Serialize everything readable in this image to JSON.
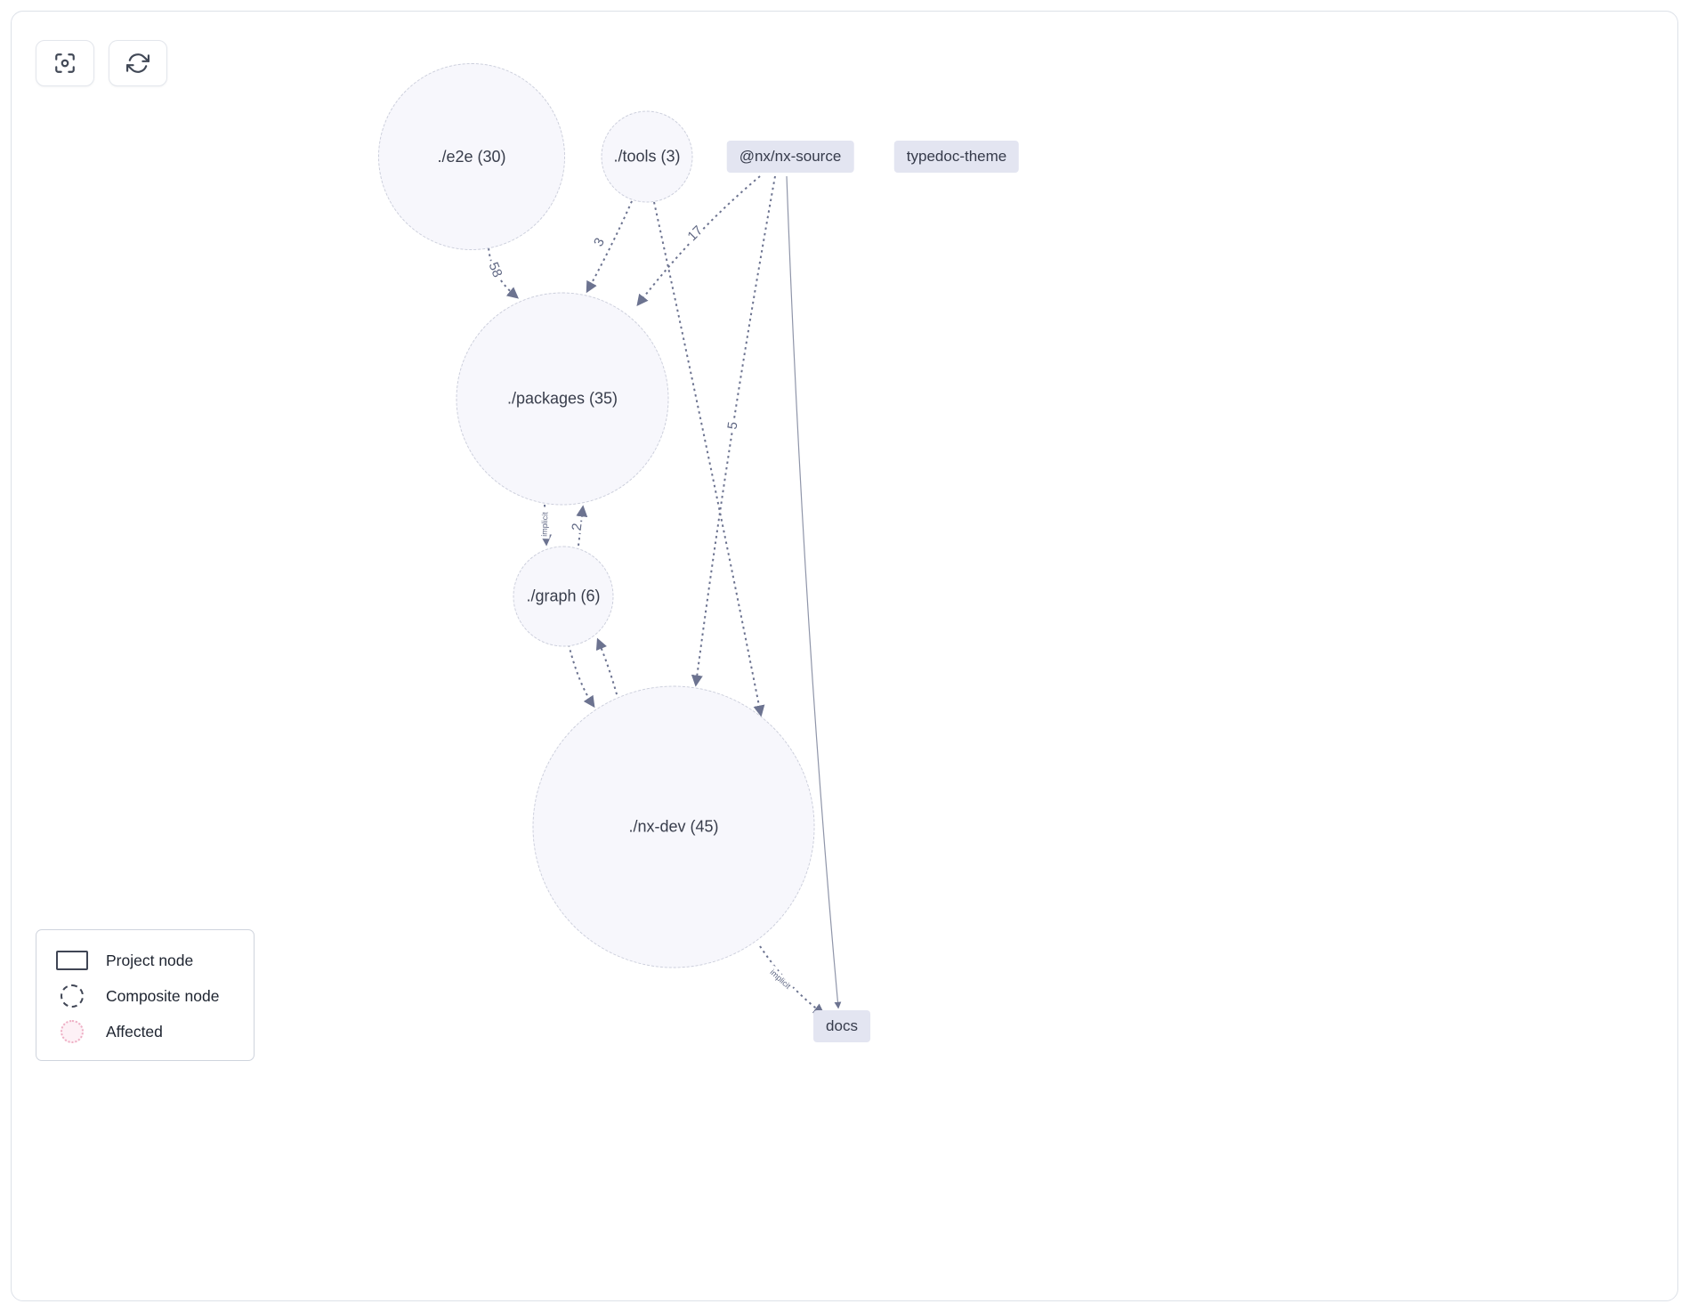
{
  "toolbar": {
    "buttons": [
      {
        "name": "focus-button",
        "icon": "focus-icon"
      },
      {
        "name": "refresh-button",
        "icon": "refresh-icon"
      }
    ]
  },
  "graph": {
    "nodes": {
      "e2e": {
        "label": "./e2e (30)",
        "type": "composite"
      },
      "tools": {
        "label": "./tools (3)",
        "type": "composite"
      },
      "packages": {
        "label": "./packages (35)",
        "type": "composite"
      },
      "graph": {
        "label": "./graph (6)",
        "type": "composite"
      },
      "nx_dev": {
        "label": "./nx-dev (45)",
        "type": "composite"
      },
      "nx_source": {
        "label": "@nx/nx-source",
        "type": "project"
      },
      "typedoc_theme": {
        "label": "typedoc-theme",
        "type": "project"
      },
      "docs": {
        "label": "docs",
        "type": "project"
      }
    },
    "edges": [
      {
        "from": "e2e",
        "to": "packages",
        "label": "58"
      },
      {
        "from": "tools",
        "to": "packages",
        "label": "3"
      },
      {
        "from": "nx_source",
        "to": "packages",
        "label": "17"
      },
      {
        "from": "tools",
        "to": "nx_dev",
        "label": ""
      },
      {
        "from": "nx_source",
        "to": "nx_dev",
        "label": "5"
      },
      {
        "from": "packages",
        "to": "graph",
        "label": "implicit"
      },
      {
        "from": "graph",
        "to": "packages",
        "label": "2"
      },
      {
        "from": "graph",
        "to": "nx_dev",
        "label": ""
      },
      {
        "from": "nx_dev",
        "to": "graph",
        "label": ""
      },
      {
        "from": "nx_dev",
        "to": "docs",
        "label": "implicit"
      },
      {
        "from": "nx_source",
        "to": "docs",
        "label": ""
      }
    ]
  },
  "legend": {
    "items": [
      {
        "label": "Project node",
        "swatch": "project"
      },
      {
        "label": "Composite node",
        "swatch": "composite"
      },
      {
        "label": "Affected",
        "swatch": "affected"
      }
    ]
  },
  "colors": {
    "edge": "#6c7390",
    "composite_fill": "#f7f7fc",
    "composite_border": "#cbcedb",
    "project_bg": "#e3e5f1",
    "node_text": "#383d4b",
    "affected_border": "#eeaec4"
  }
}
